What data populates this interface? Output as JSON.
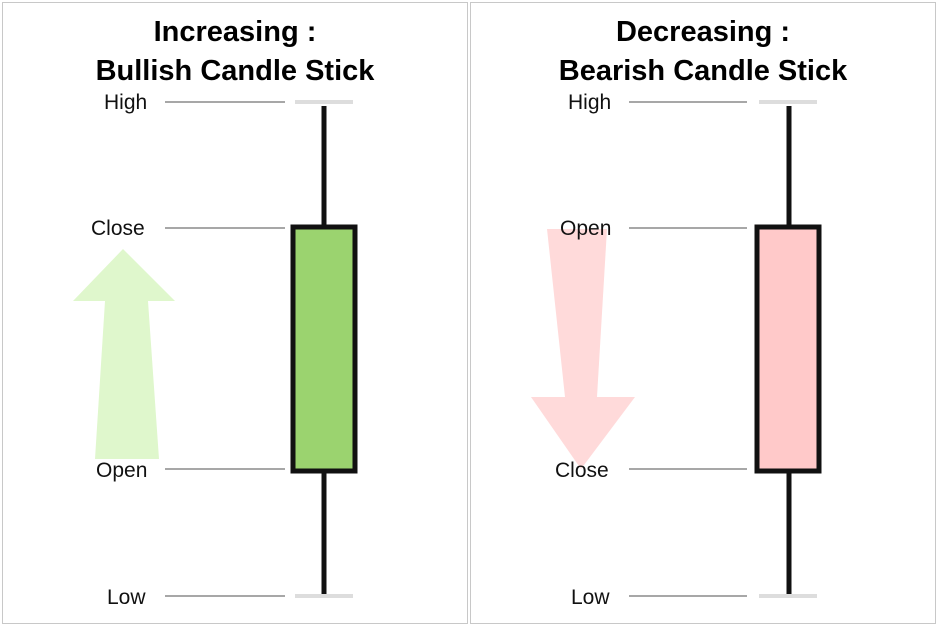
{
  "bullish": {
    "title_line1": "Increasing :",
    "title_line2": "Bullish Candle Stick",
    "labels": {
      "high": "High",
      "close": "Close",
      "open": "Open",
      "low": "Low"
    },
    "body_color": "#9bd36f",
    "arrow_color": "#dff7cc",
    "arrow_direction": "up"
  },
  "bearish": {
    "title_line1": "Decreasing :",
    "title_line2": "Bearish Candle Stick",
    "labels": {
      "high": "High",
      "open": "Open",
      "close": "Close",
      "low": "Low"
    },
    "body_color": "#ffc9c9",
    "arrow_color": "#ffdada",
    "arrow_direction": "down"
  },
  "colors": {
    "wick": "#111111",
    "leader_line": "#8a8a8a",
    "cap": "#dddddd"
  }
}
